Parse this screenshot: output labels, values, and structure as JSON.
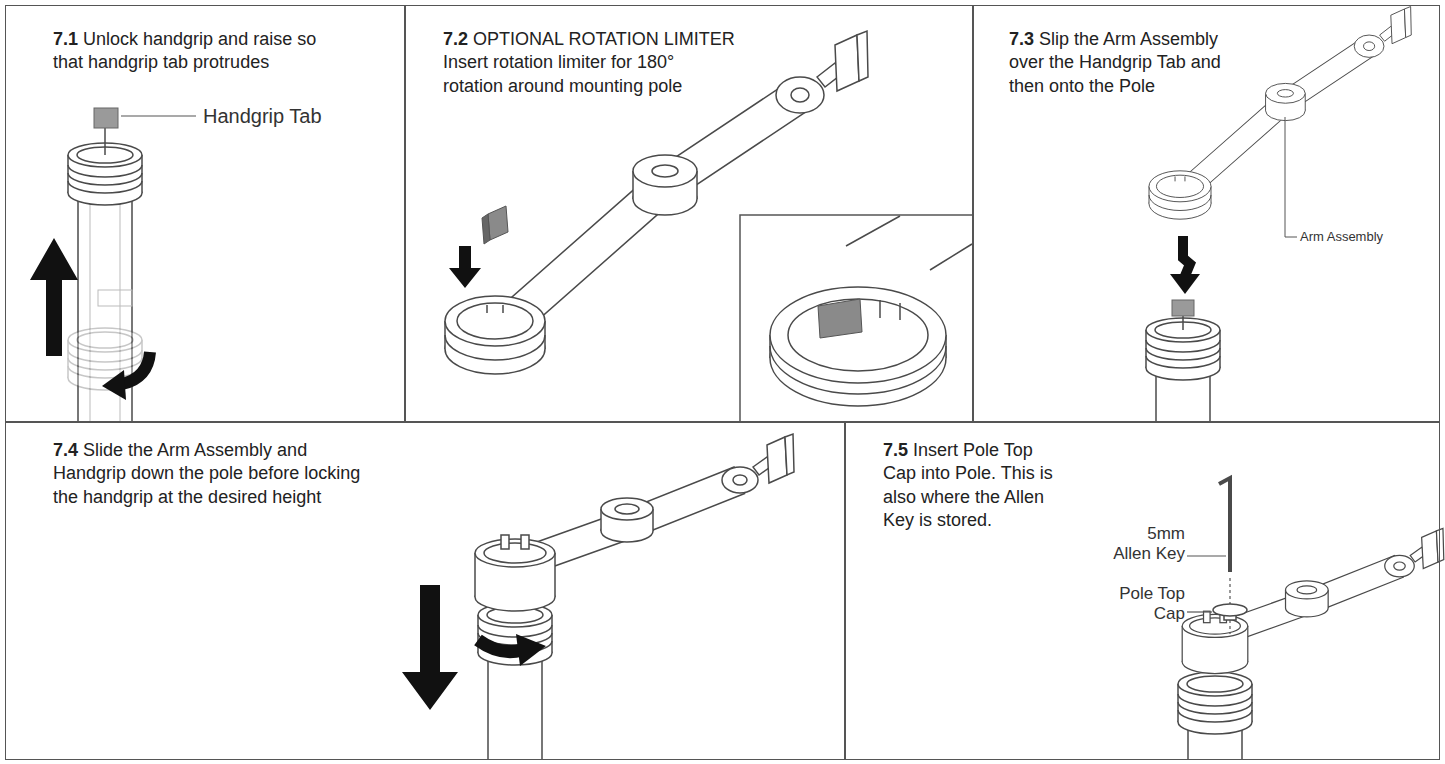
{
  "diagram": {
    "nodes": [
      {
        "text": [
          "7.1 Unlock handgrip and raise so that handgrip tab protrudes"
        ]
      },
      {
        "text": [
          "7.2 OPTIONAL ROTATION LIMITER",
          "Insert rotation limiter for 180° rotation around mounting pole"
        ]
      },
      {
        "text": [
          "7.3 Slip the Arm Assembly over the Handgrip Tab and then onto the Pole"
        ]
      },
      {
        "text": [
          "7.4 Slide the Arm Assembly and Handgrip down the pole before locking the handgrip at the desired height"
        ]
      },
      {
        "text": [
          "7.5 Insert Pole Top Cap into Pole. This is also where the Allen Key is stored."
        ]
      }
    ],
    "labels": [
      "Handgrip Tab",
      "Arm Assembly",
      "5mm Allen Key",
      "Pole Top Cap"
    ]
  }
}
